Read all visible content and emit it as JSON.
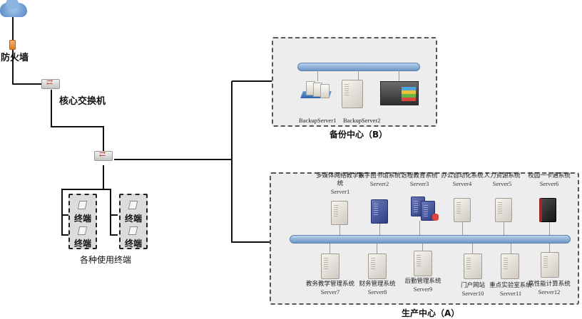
{
  "top": {
    "internet_icon": "cloud-icon",
    "firewall_label": "防火墙",
    "core_switch_label": "核心交换机"
  },
  "terminals": {
    "group_label": "各种使用终端",
    "terminal_label": "终端",
    "groups": [
      {
        "terminals": [
          "终端",
          "终端"
        ]
      },
      {
        "terminals": [
          "终端",
          "终端"
        ]
      }
    ]
  },
  "backup_center": {
    "title": "备份中心（B）",
    "servers": [
      {
        "name": "BackupServer1",
        "icon": "server-cluster-icon"
      },
      {
        "name": "BackupServer2",
        "icon": "server-tower-icon"
      },
      {
        "name": "",
        "icon": "storage-array-icon"
      }
    ]
  },
  "production_center": {
    "title": "生产中心（A）",
    "top_servers": [
      {
        "system": "多媒体网络教学系统",
        "name": "Server1",
        "style": "tower"
      },
      {
        "system": "数字图书馆系统",
        "name": "Server2",
        "style": "blue"
      },
      {
        "system": "远程教育系统",
        "name": "Server3",
        "style": "blue-db"
      },
      {
        "system": "办公自动化系统",
        "name": "Server4",
        "style": "tower"
      },
      {
        "system": "人力资源系统",
        "name": "Server5",
        "style": "tower"
      },
      {
        "system": "校园一卡通系统",
        "name": "Server6",
        "style": "dark"
      }
    ],
    "bottom_servers": [
      {
        "system": "教务教学管理系统",
        "name": "Server7"
      },
      {
        "system": "财务管理系统",
        "name": "Server8"
      },
      {
        "system": "后勤管理系统",
        "name": "Server9"
      },
      {
        "system": "门户网站",
        "name": "Server10"
      },
      {
        "system": "重点实验室系统",
        "name": "Server11"
      },
      {
        "system": "高性能计算系统",
        "name": "Server12"
      }
    ]
  }
}
